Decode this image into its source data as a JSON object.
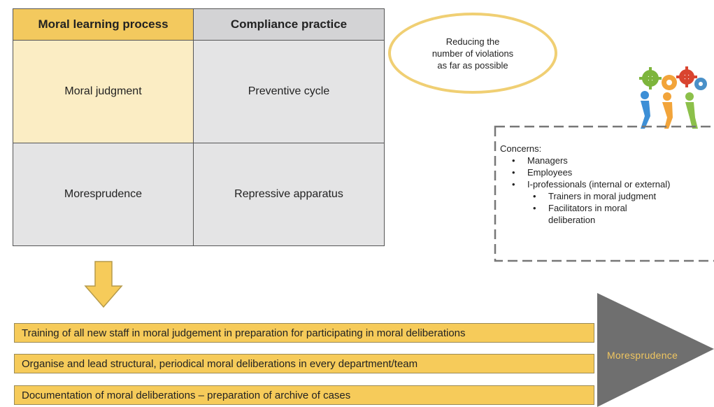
{
  "table": {
    "header_left": "Moral learning process",
    "header_right": "Compliance practice",
    "row1_left": "Moral judgment",
    "row1_right": "Preventive cycle",
    "row2_left": "Moresprudence",
    "row2_right": "Repressive apparatus"
  },
  "goal": {
    "text": "Reducing the\nnumber of violations\nas far as possible"
  },
  "concerns": {
    "title": "Concerns:",
    "items": [
      "Managers",
      "Employees",
      "I-professionals (internal or external)"
    ],
    "subitems": [
      "Trainers in moral judgment",
      "Facilitators in moral\ndeliberation"
    ]
  },
  "actions": [
    "Training of all new staff in moral judgement in preparation for participating in moral deliberations",
    "Organise and lead structural, periodical moral deliberations in every department/team",
    "Documentation of moral deliberations – preparation of archive of cases"
  ],
  "outcome": {
    "label": "Moresprudence"
  },
  "colors": {
    "accent_yellow": "#f3c95e",
    "light_yellow": "#fbedc4",
    "grey": "#e4e4e5",
    "triangle_grey": "#6f6f6f",
    "outcome_text": "#f0c660"
  },
  "icons": {
    "team": "people-turning-gears-icon",
    "arrow": "down-arrow-icon"
  }
}
